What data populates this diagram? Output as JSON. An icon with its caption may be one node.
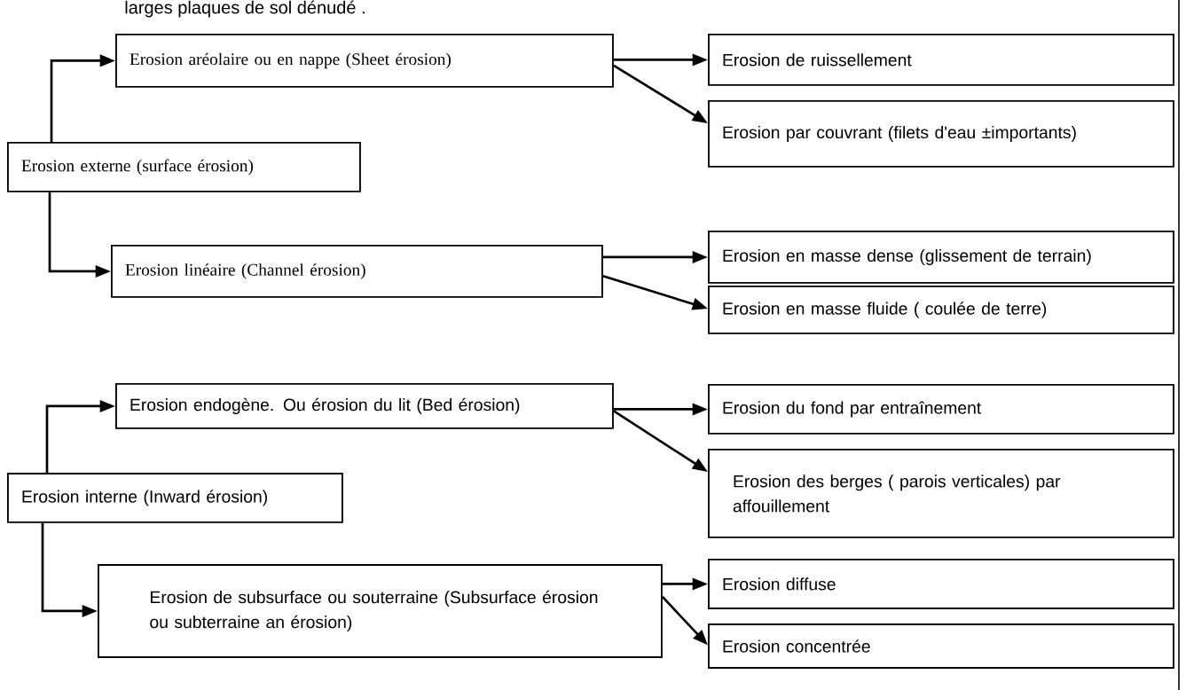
{
  "diagram": {
    "nodes": [
      {
        "text": [
          "Erosion externe (surface érosion)"
        ]
      },
      {
        "text": [
          "Erosion aréolaire ou en nappe (Sheet érosion)"
        ]
      },
      {
        "text": [
          "Erosion de ruissellement"
        ]
      },
      {
        "text": [
          "Erosion par couvrant (filets d'eau ±importants)"
        ]
      },
      {
        "text": [
          "Erosion linéaire (Channel érosion)"
        ]
      },
      {
        "text": [
          "Erosion en masse dense (glissement de terrain)"
        ]
      },
      {
        "text": [
          "Erosion en masse fluide ( coulée de terre)"
        ]
      },
      {
        "text": [
          "Erosion interne (Inward érosion)"
        ]
      },
      {
        "text": [
          "Erosion endogène. Ou érosion du lit (Bed érosion)"
        ]
      },
      {
        "text": [
          "Erosion du fond par entraînement"
        ]
      },
      {
        "text": [
          "Erosion des berges ( parois verticales) par affouillement"
        ]
      },
      {
        "text": [
          "Erosion de subsurface ou souterraine (Subsurface érosion ou subterraine an érosion)"
        ]
      },
      {
        "text": [
          "Erosion  diffuse"
        ]
      },
      {
        "text": [
          "Erosion concentrée"
        ]
      }
    ],
    "edges": [
      {
        "from": 0,
        "to": 1,
        "arrow": "to"
      },
      {
        "from": 1,
        "to": 2,
        "arrow": "to"
      },
      {
        "from": 1,
        "to": 3,
        "arrow": "to"
      },
      {
        "from": 0,
        "to": 4,
        "arrow": "to"
      },
      {
        "from": 4,
        "to": 5,
        "arrow": "to"
      },
      {
        "from": 4,
        "to": 6,
        "arrow": "to"
      },
      {
        "from": 7,
        "to": 8,
        "arrow": "to"
      },
      {
        "from": 8,
        "to": 9,
        "arrow": "to"
      },
      {
        "from": 8,
        "to": 10,
        "arrow": "to"
      },
      {
        "from": 7,
        "to": 11,
        "arrow": "to"
      },
      {
        "from": 11,
        "to": 12,
        "arrow": "to"
      },
      {
        "from": 11,
        "to": 13,
        "arrow": "to"
      }
    ],
    "labels": [
      "larges plaques de sol dénudé ."
    ]
  }
}
